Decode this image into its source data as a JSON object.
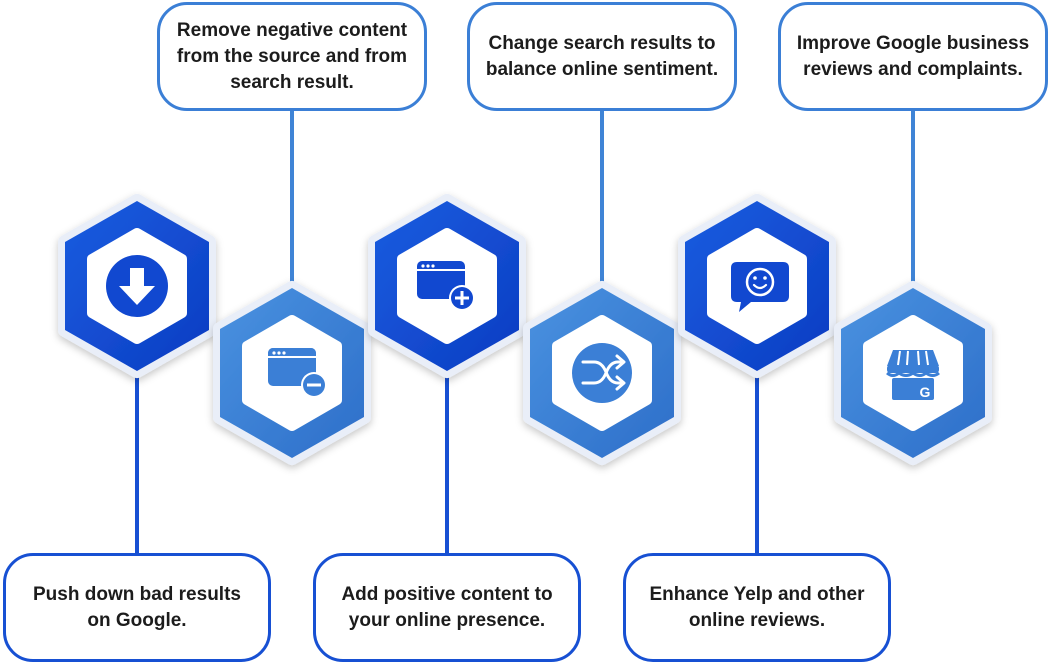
{
  "steps": [
    {
      "label": "Push down bad results\non Google.",
      "icon": "download-arrow-icon",
      "position": "bottom"
    },
    {
      "label": "Remove negative content\nfrom the source and from\nsearch result.",
      "icon": "browser-minus-icon",
      "position": "top"
    },
    {
      "label": "Add positive content to\nyour online presence.",
      "icon": "browser-plus-icon",
      "position": "bottom"
    },
    {
      "label": "Change search results to\nbalance online sentiment.",
      "icon": "shuffle-icon",
      "position": "top"
    },
    {
      "label": "Enhance Yelp and other\nonline reviews.",
      "icon": "smiley-chat-icon",
      "position": "bottom"
    },
    {
      "label": "Improve Google business\nreviews and complaints.",
      "icon": "google-business-icon",
      "position": "top"
    }
  ],
  "google_badge_letter": "G",
  "colors": {
    "dark_blue": "#1148d0",
    "light_blue": "#3b7fd6",
    "connector_dark": "#1750d3",
    "connector_light": "#3f84d6"
  }
}
